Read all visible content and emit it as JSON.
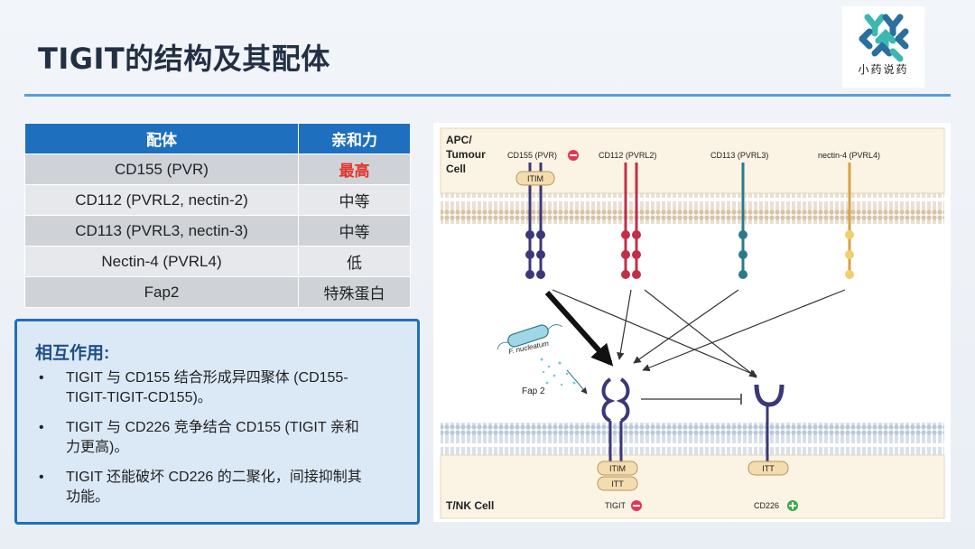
{
  "title": "TIGIT的结构及其配体",
  "logo": {
    "text": "小药说药",
    "icon": "molecule-logo-icon",
    "colors": [
      "#2a6f9e",
      "#3bb8b2"
    ]
  },
  "table": {
    "headers": [
      "配体",
      "亲和力"
    ],
    "rows": [
      {
        "ligand": "CD155 (PVR)",
        "affinity": "最高"
      },
      {
        "ligand": "CD112 (PVRL2, nectin-2)",
        "affinity": "中等"
      },
      {
        "ligand": "CD113 (PVRL3, nectin-3)",
        "affinity": "中等"
      },
      {
        "ligand": "Nectin-4 (PVRL4)",
        "affinity": "低"
      },
      {
        "ligand": "Fap2",
        "affinity": "特殊蛋白"
      }
    ],
    "header_color": "#1f6fbf",
    "highlight_color": "#e0362c"
  },
  "interaction": {
    "title": "相互作用:",
    "bullets": [
      {
        "line1": "TIGIT 与 CD155 结合形成异四聚体 (CD155-",
        "line2": "TIGIT-TIGIT-CD155)。"
      },
      {
        "line1": "TIGIT 与 CD226 竞争结合 CD155 (TIGIT 亲和",
        "line2": "力更高)。"
      },
      {
        "line1": "TIGIT 还能破坏 CD226 的二聚化，间接抑制其",
        "line2": "功能。"
      }
    ]
  },
  "diagram": {
    "apc_label_1": "APC/",
    "apc_label_2": "Tumour",
    "apc_label_3": "Cell",
    "tnk_label": "T/NK Cell",
    "ligands": [
      {
        "name": "CD155 (PVR)",
        "color": "#3c3778",
        "sign": "minus"
      },
      {
        "name": "CD112 (PVRL2)",
        "color": "#c0304a"
      },
      {
        "name": "CD113 (PVRL3)",
        "color": "#2a7a8c"
      },
      {
        "name": "nectin-4 (PVRL4)",
        "color": "#e8a82c"
      }
    ],
    "itim_top": "ITIM",
    "bacterium_label": "F. nucleatum",
    "fap2_label": "Fap 2",
    "tigit_motifs": [
      "ITIM",
      "ITT"
    ],
    "cd226_motif": "ITT",
    "tigit_label": "TIGIT",
    "tigit_sign": "minus",
    "cd226_label": "CD226",
    "cd226_sign": "plus",
    "minus_color": "#e0365e",
    "plus_color": "#3aa94a",
    "membrane_color": "#d9c3a3"
  }
}
